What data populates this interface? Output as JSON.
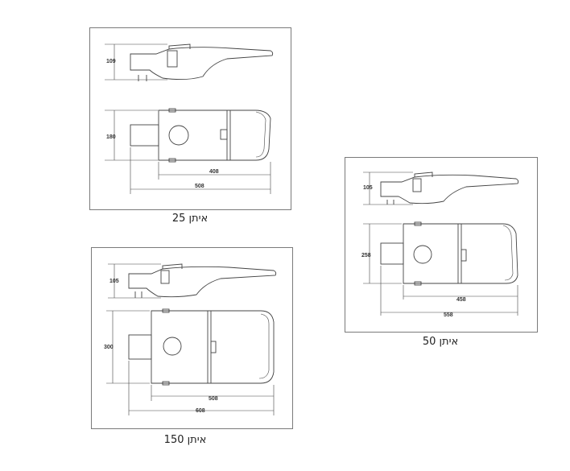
{
  "drawings": [
    {
      "caption": "איתן 25",
      "height_label": "109",
      "width_label": "180",
      "inner_length": "408",
      "total_length": "508"
    },
    {
      "caption": "איתן 50",
      "height_label": "105",
      "width_label": "258",
      "inner_length": "458",
      "total_length": "558"
    },
    {
      "caption": "איתן 150",
      "height_label": "105",
      "width_label": "300",
      "inner_length": "508",
      "total_length": "608"
    }
  ]
}
